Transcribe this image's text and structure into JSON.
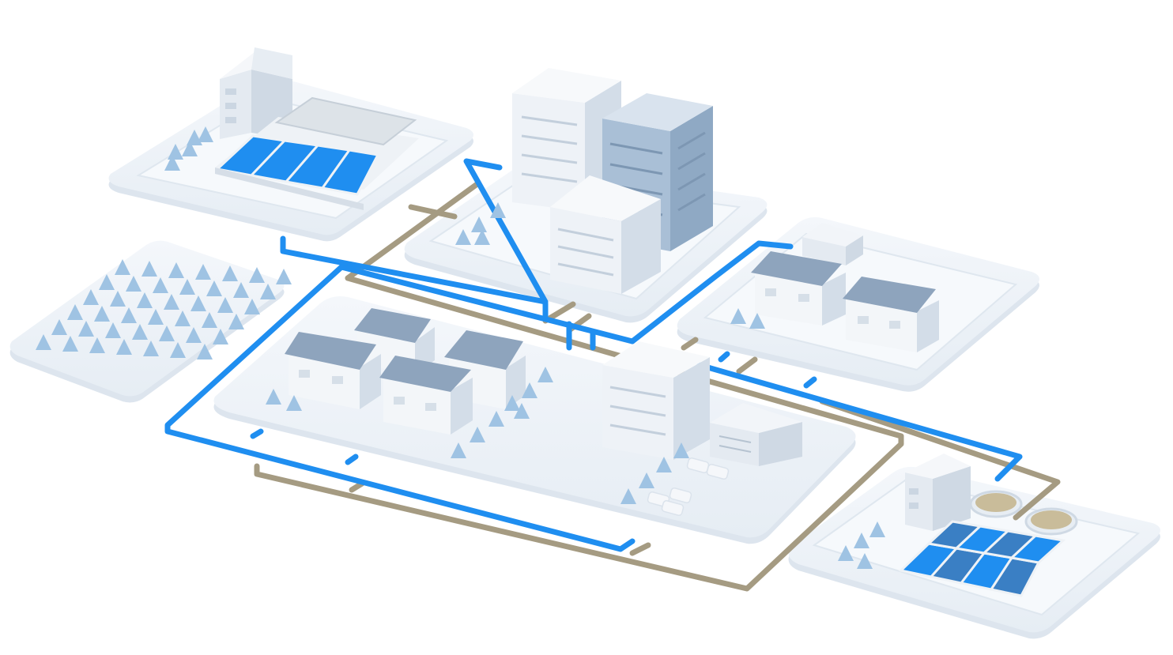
{
  "colors": {
    "background": "#ffffff",
    "platform_top": "#eef3f8",
    "platform_side": "#d9e2ec",
    "building_light_top": "#f5f7fa",
    "building_light_left": "#e4eaf1",
    "building_light_right": "#cfd9e4",
    "building_blue_left": "#a9bfd6",
    "building_blue_right": "#8fa9c4",
    "roof": "#8ea4bd",
    "roof_light": "#b9c9d9",
    "tree": "#9fc3e3",
    "tree_dark": "#7fa9d1",
    "pipe_water": "#1f8ef0",
    "pipe_sewer": "#a59b82",
    "pool_water": "#1f8ef0",
    "pool_water_dark": "#3a7fc4",
    "clarifier": "#c9bc9a"
  },
  "zones": [
    {
      "id": "water-treatment-plant",
      "label": ""
    },
    {
      "id": "forest",
      "label": ""
    },
    {
      "id": "downtown",
      "label": ""
    },
    {
      "id": "residential-north",
      "label": ""
    },
    {
      "id": "residential-center",
      "label": ""
    },
    {
      "id": "wastewater-treatment-plant",
      "label": ""
    }
  ],
  "networks": [
    {
      "id": "water-supply",
      "color": "#1f8ef0"
    },
    {
      "id": "sewer",
      "color": "#a59b82"
    }
  ]
}
